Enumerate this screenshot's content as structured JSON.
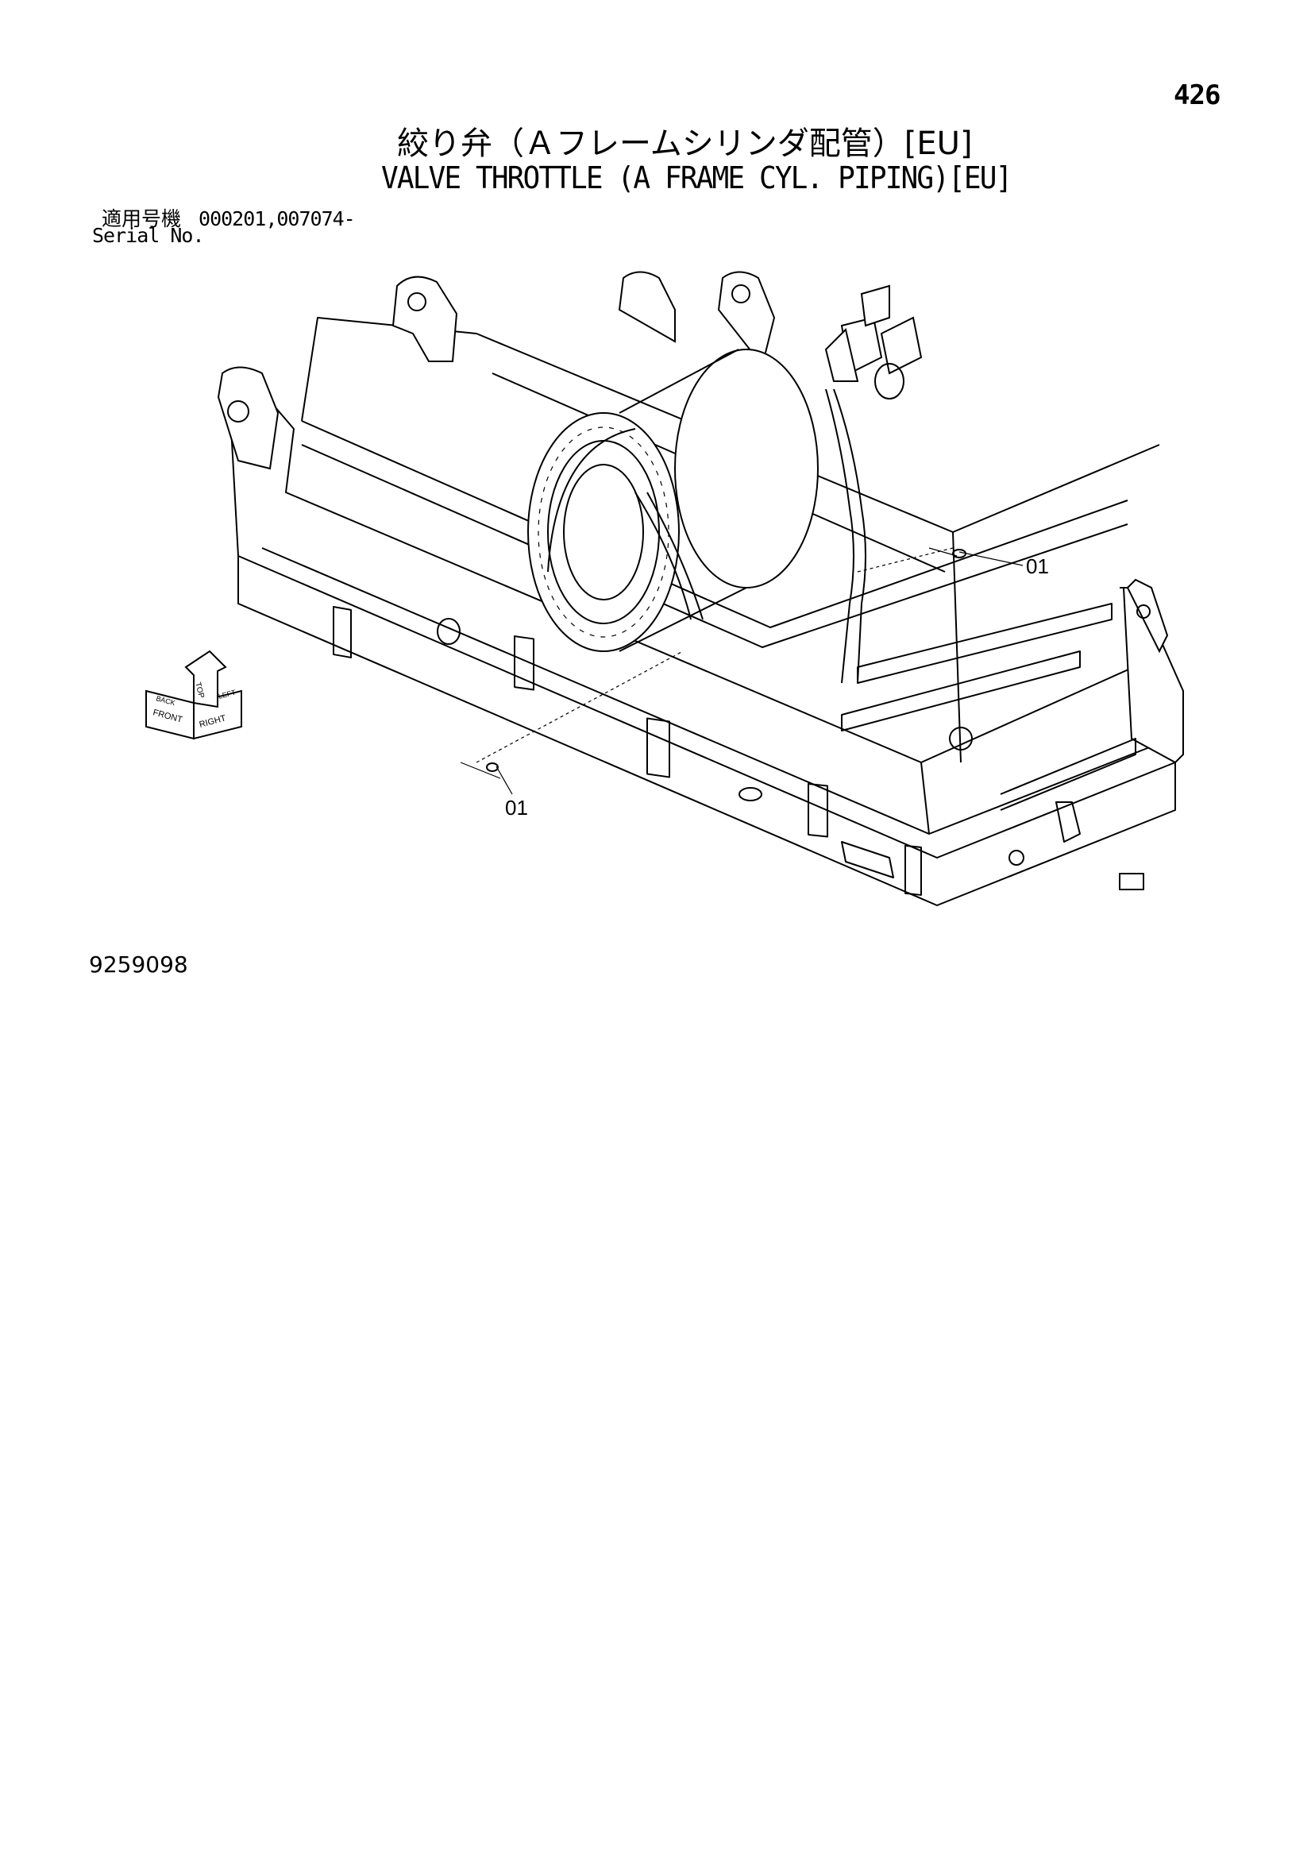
{
  "header": {
    "page_number": "426",
    "title_japanese": "絞り弁（Ａフレームシリンダ配管）[EU]",
    "title_english": "VALVE THROTTLE (A FRAME CYL. PIPING)[EU]"
  },
  "serial": {
    "label_japanese": "適用号機",
    "label_english": "Serial No.",
    "values": "000201,007074-"
  },
  "drawing": {
    "callouts": [
      "01",
      "01"
    ],
    "orientation_icon": {
      "top_label": "TOP",
      "front_label": "FRONT",
      "right_label": "RIGHT",
      "back_label": "BACK",
      "left_label": "LEFT"
    }
  },
  "footer": {
    "figure_number": "9259098"
  }
}
